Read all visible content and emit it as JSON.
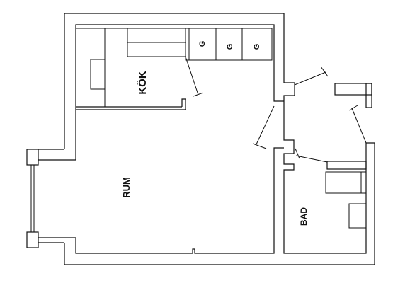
{
  "rooms": {
    "kitchen": "KÖK",
    "living": "RUM",
    "bath": "BAD"
  },
  "appliances": [
    "G",
    "G",
    "G"
  ]
}
